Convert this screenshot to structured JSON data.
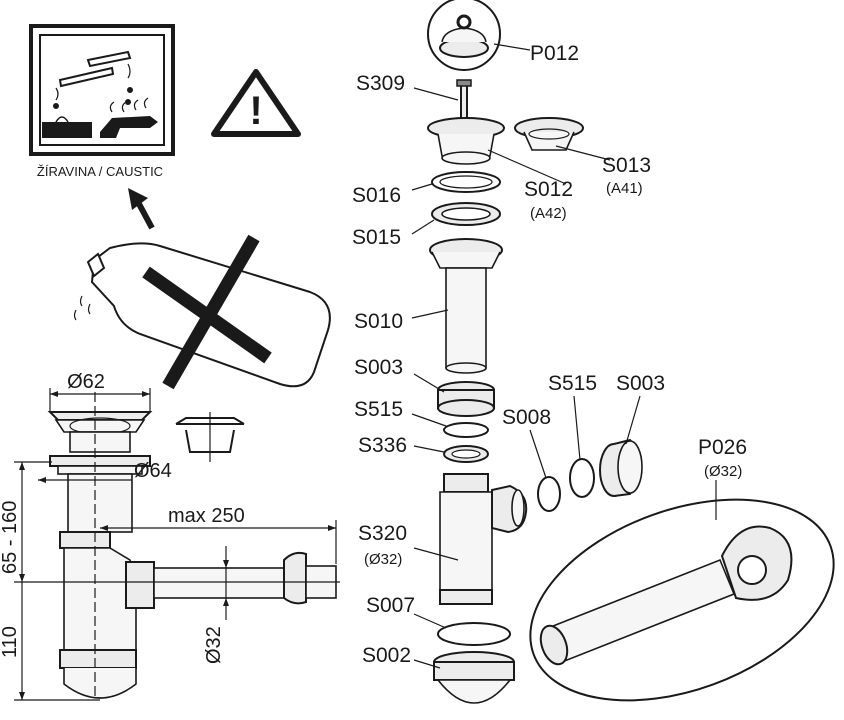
{
  "warning": {
    "caustic_label": "ŽÍRAVINA / CAUSTIC",
    "exclamation": "!"
  },
  "dimensions": {
    "d62": "Ø62",
    "d64": "Ø64",
    "max250": "max 250",
    "h65_160": "65 - 160",
    "h110": "110",
    "d32": "Ø32"
  },
  "parts": {
    "P012": "P012",
    "S309": "S309",
    "S013": "S013",
    "S013_sub": "(A41)",
    "S016": "S016",
    "S012": "S012",
    "S012_sub": "(A42)",
    "S015": "S015",
    "S010": "S010",
    "S003a": "S003",
    "S515a": "S515",
    "S008": "S008",
    "S515b": "S515",
    "S003b": "S003",
    "S336": "S336",
    "P026": "P026",
    "P026_sub": "(Ø32)",
    "S320": "S320",
    "S320_sub": "(Ø32)",
    "S007": "S007",
    "S002": "S002"
  },
  "colors": {
    "line": "#1a1a1a",
    "fill": "#ececec",
    "dark": "#8a8a8a"
  }
}
